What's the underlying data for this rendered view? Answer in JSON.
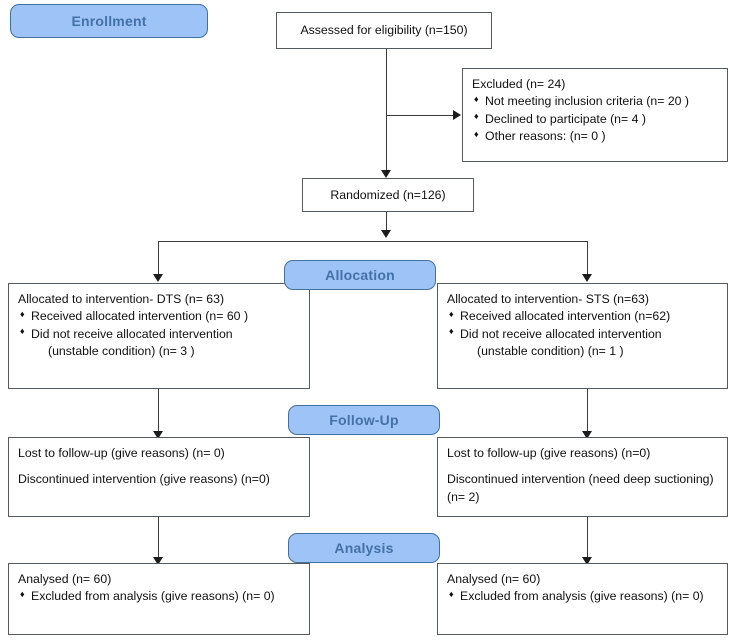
{
  "diagram": {
    "title": "CONSORT participant flow diagram",
    "colors": {
      "pill_fill": "#9dc3f7",
      "pill_border": "#41719c",
      "pill_text": "#4472a8",
      "box_border": "#555a5e",
      "connector": "#3b3b3b",
      "background": "#ffffff"
    }
  },
  "stages": {
    "enrollment": "Enrollment",
    "allocation": "Allocation",
    "followup": "Follow-Up",
    "analysis": "Analysis"
  },
  "nodes": {
    "assessed": {
      "line1": "Assessed for eligibility (n=150)"
    },
    "excluded": {
      "heading": "Excluded (n= 24)",
      "items": [
        "Not meeting inclusion criteria (n= 20 )",
        "Declined to participate (n= 4 )",
        "Other reasons: (n= 0 )"
      ]
    },
    "randomized": {
      "line1": "Randomized (n=126)"
    },
    "alloc_left": {
      "heading": "Allocated to intervention- DTS (n= 63)",
      "item1": "Received allocated intervention (n= 60 )",
      "item2": "Did not receive allocated intervention",
      "item2_cont": "(unstable condition) (n= 3 )"
    },
    "alloc_right": {
      "heading": "Allocated to intervention- STS (n=63)",
      "item1": "Received allocated intervention (n=62)",
      "item2": "Did not receive allocated intervention",
      "item2_cont": "(unstable condition) (n= 1 )"
    },
    "followup_left": {
      "line1": "Lost to follow-up (give reasons) (n= 0)",
      "line2": "Discontinued intervention (give reasons) (n=0)"
    },
    "followup_right": {
      "line1": "Lost to follow-up (give reasons) (n=0)",
      "line2": "Discontinued intervention (need deep suctioning)",
      "line2_cont": "(n= 2)"
    },
    "analysis_left": {
      "heading": "Analysed (n= 60)",
      "item1": "Excluded from analysis (give reasons) (n= 0)"
    },
    "analysis_right": {
      "heading": "Analysed (n= 60)",
      "item1": "Excluded from analysis (give reasons) (n= 0)"
    }
  },
  "chart_data": {
    "type": "diagram-flow",
    "title": "CONSORT flow of participants (DTS vs STS)",
    "nodes": [
      {
        "id": "assessed",
        "label": "Assessed for eligibility",
        "n": 150
      },
      {
        "id": "excluded",
        "label": "Excluded",
        "n": 24,
        "reasons": [
          {
            "label": "Not meeting inclusion criteria",
            "n": 20
          },
          {
            "label": "Declined to participate",
            "n": 4
          },
          {
            "label": "Other reasons",
            "n": 0
          }
        ]
      },
      {
        "id": "randomized",
        "label": "Randomized",
        "n": 126
      },
      {
        "id": "alloc_left",
        "arm": "DTS",
        "label": "Allocated to intervention",
        "n": 63,
        "received": 60,
        "not_received": 3,
        "not_received_reason": "unstable condition"
      },
      {
        "id": "alloc_right",
        "arm": "STS",
        "label": "Allocated to intervention",
        "n": 63,
        "received": 62,
        "not_received": 1,
        "not_received_reason": "unstable condition"
      },
      {
        "id": "followup_left",
        "arm": "DTS",
        "lost_to_followup": 0,
        "discontinued": 0
      },
      {
        "id": "followup_right",
        "arm": "STS",
        "lost_to_followup": 0,
        "discontinued": 2,
        "discontinued_reason": "need deep suctioning"
      },
      {
        "id": "analysis_left",
        "arm": "DTS",
        "analysed": 60,
        "excluded_from_analysis": 0
      },
      {
        "id": "analysis_right",
        "arm": "STS",
        "analysed": 60,
        "excluded_from_analysis": 0
      }
    ],
    "edges": [
      {
        "from": "assessed",
        "to": "randomized"
      },
      {
        "from": "assessed",
        "to": "excluded"
      },
      {
        "from": "randomized",
        "to": "alloc_left"
      },
      {
        "from": "randomized",
        "to": "alloc_right"
      },
      {
        "from": "alloc_left",
        "to": "followup_left"
      },
      {
        "from": "alloc_right",
        "to": "followup_right"
      },
      {
        "from": "followup_left",
        "to": "analysis_left"
      },
      {
        "from": "followup_right",
        "to": "analysis_right"
      }
    ],
    "stages": [
      "Enrollment",
      "Allocation",
      "Follow-Up",
      "Analysis"
    ]
  }
}
